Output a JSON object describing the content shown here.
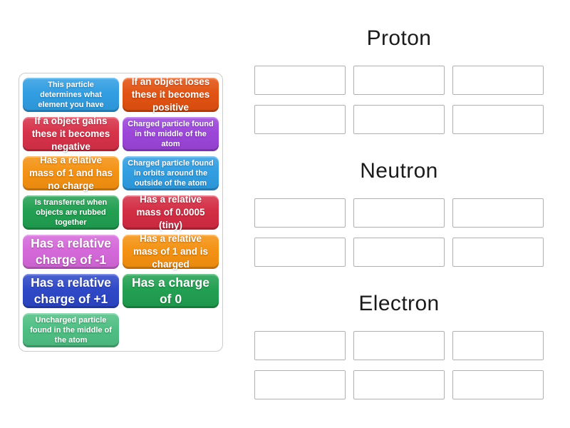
{
  "page": {
    "background_color": "#ffffff"
  },
  "tile_panel": {
    "tiles": [
      {
        "text": "This particle determines what element you have",
        "color": "#2e9ce1"
      },
      {
        "text": "If an object loses these it becomes positive",
        "color": "#e1500f"
      },
      {
        "text": "If a object gains these it becomes negative",
        "color": "#d62f47"
      },
      {
        "text": "Charged particle found in the middle of the atom",
        "color": "#9a43d8"
      },
      {
        "text": "Has a relative mass of 1 and has no charge",
        "color": "#f4900f"
      },
      {
        "text": "Charged particle found in orbits around the outside of the atom",
        "color": "#2e9ce1"
      },
      {
        "text": "Is transferred when objects are rubbed together",
        "color": "#1f9e4f"
      },
      {
        "text": "Has a relative mass of 0.0005 (tiny)",
        "color": "#d22a41"
      },
      {
        "text": "Has a relative charge of -1",
        "color": "#d466d9"
      },
      {
        "text": "Has a relative mass of 1 and is charged",
        "color": "#f4900f"
      },
      {
        "text": "Has a relative charge of +1",
        "color": "#2b45c6"
      },
      {
        "text": "Has a charge of 0",
        "color": "#1f9e4f"
      },
      {
        "text": "Uncharged particle found in the middle of the atom",
        "color": "#4dbe82"
      }
    ]
  },
  "groups": [
    {
      "label": "Proton",
      "slot_count": 6
    },
    {
      "label": "Neutron",
      "slot_count": 6
    },
    {
      "label": "Electron",
      "slot_count": 6
    }
  ]
}
